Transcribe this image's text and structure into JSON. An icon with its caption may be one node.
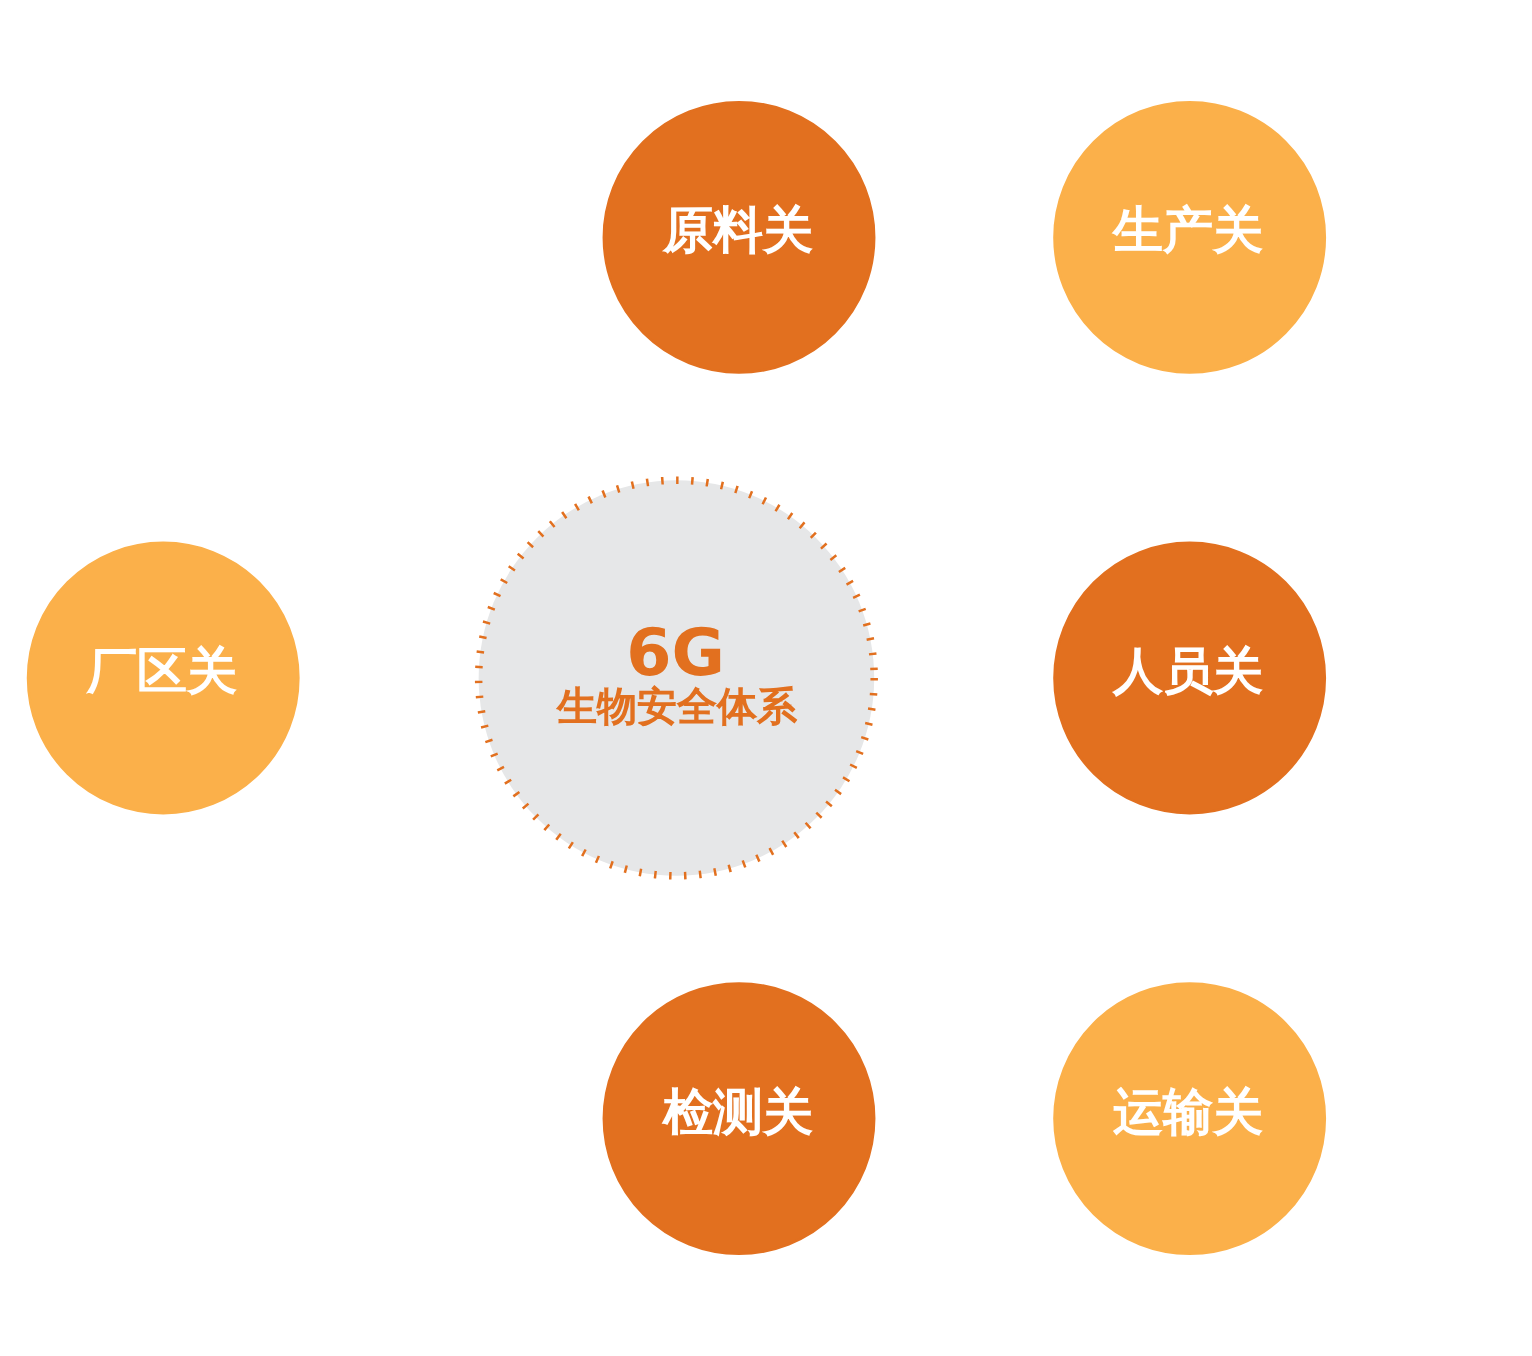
{
  "diagram": {
    "nodes": [
      {
        "text": [
          "原料关"
        ]
      },
      {
        "text": [
          "生产关"
        ]
      },
      {
        "text": [
          "厂区关"
        ]
      },
      {
        "text": [
          "6G",
          "生物安全体系"
        ]
      },
      {
        "text": [
          "人员关"
        ]
      },
      {
        "text": [
          "检测关"
        ]
      },
      {
        "text": [
          "运输关"
        ]
      }
    ]
  }
}
